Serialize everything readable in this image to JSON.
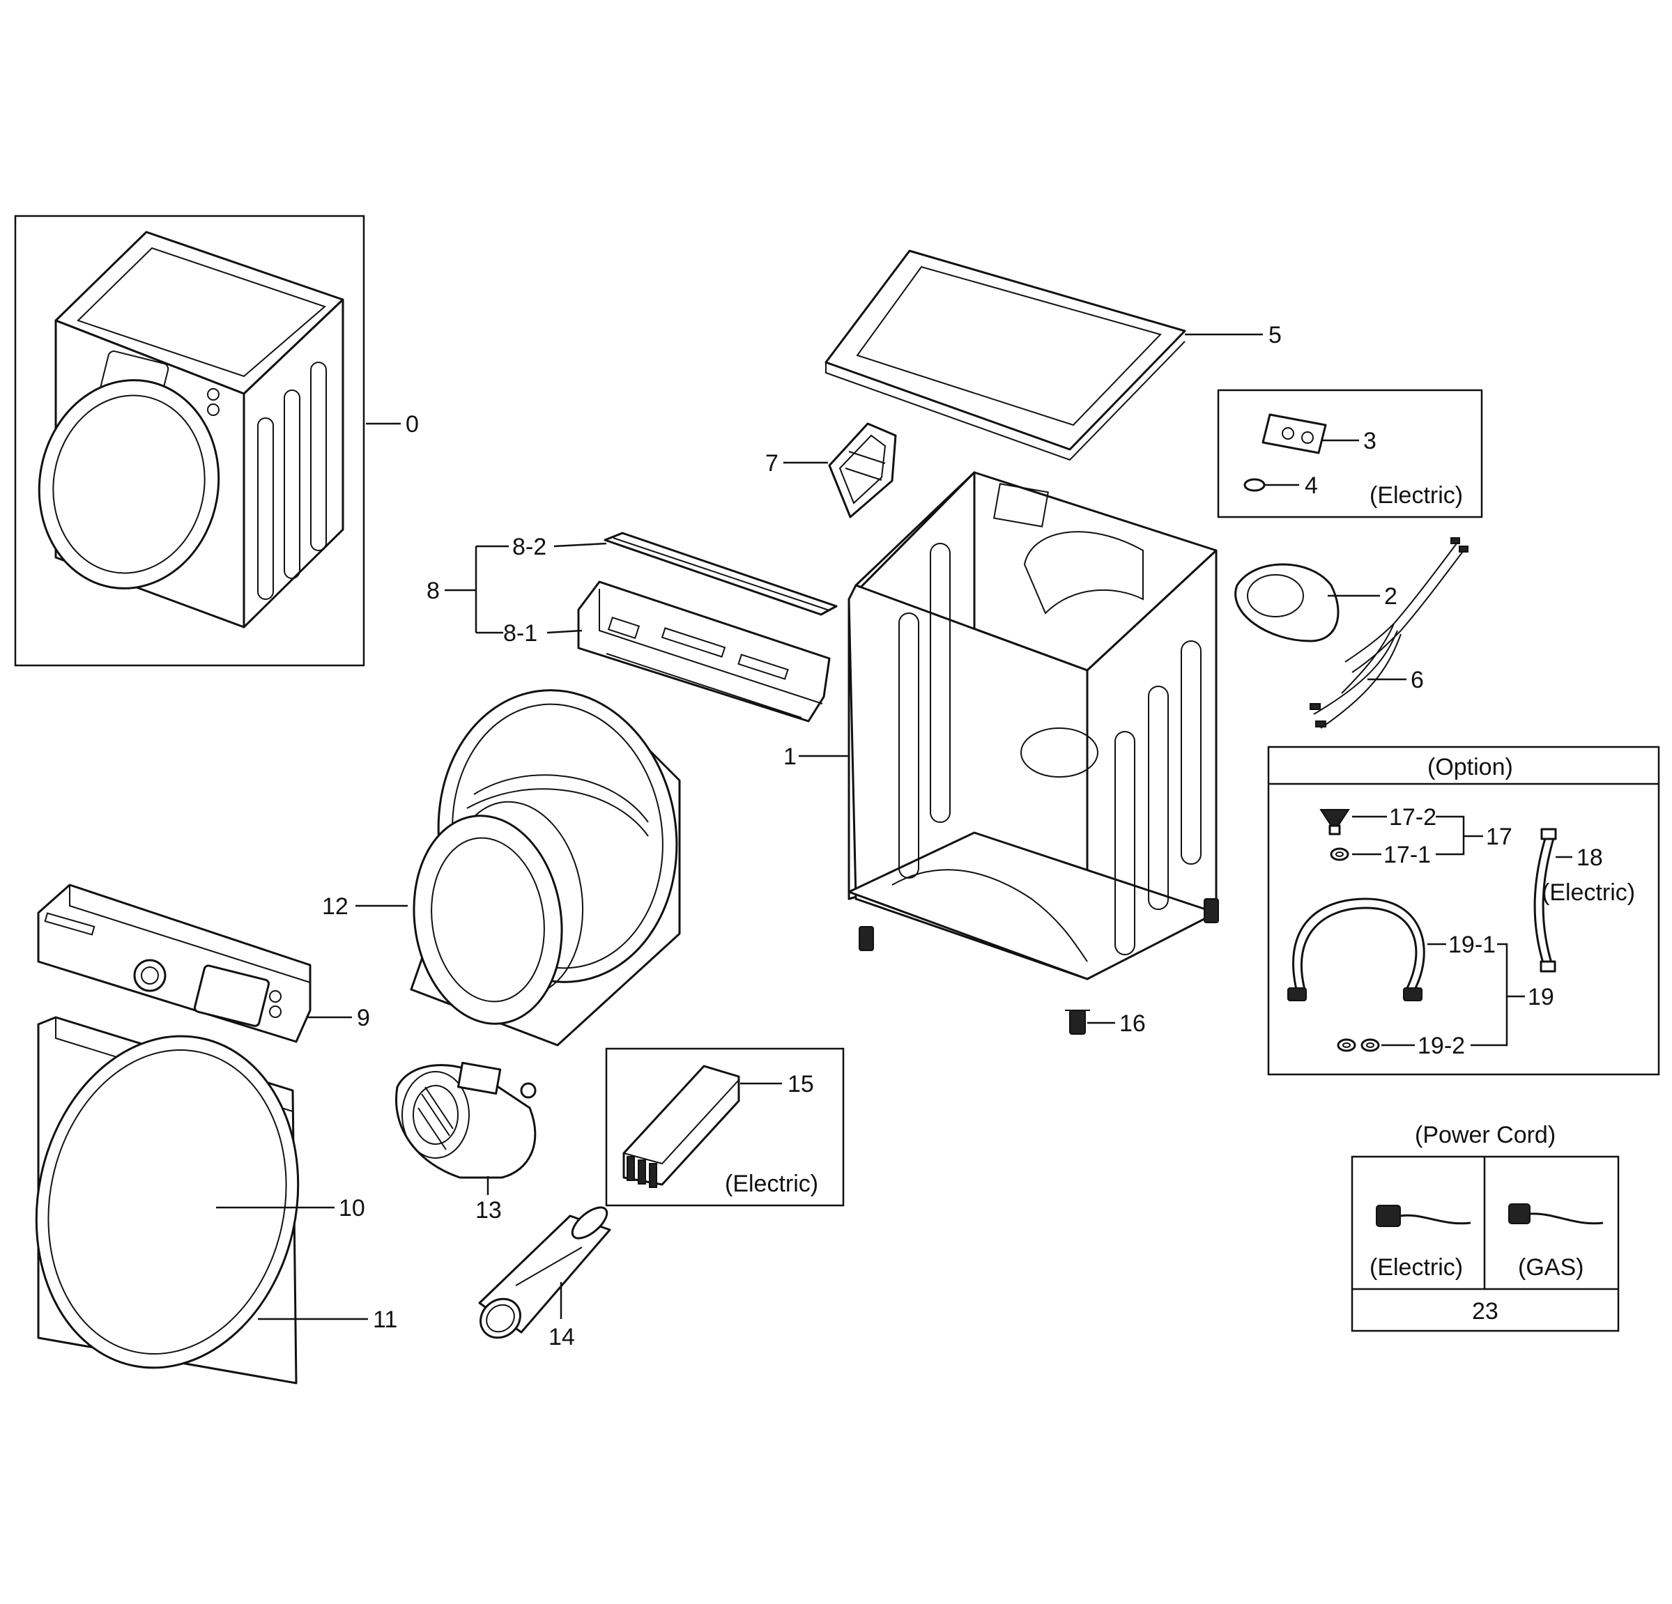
{
  "labels": {
    "p0": "0",
    "p1": "1",
    "p2": "2",
    "p3": "3",
    "p4": "4",
    "p5": "5",
    "p6": "6",
    "p7": "7",
    "p8": "8",
    "p8_1": "8-1",
    "p8_2": "8-2",
    "p9": "9",
    "p10": "10",
    "p11": "11",
    "p12": "12",
    "p13": "13",
    "p14": "14",
    "p15": "15",
    "p16": "16",
    "p17": "17",
    "p17_1": "17-1",
    "p17_2": "17-2",
    "p18": "18",
    "p19": "19",
    "p19_1": "19-1",
    "p19_2": "19-2",
    "p23": "23"
  },
  "captions": {
    "electric_heater_box": "(Electric)",
    "electric_sensor_box": "(Electric)",
    "option_title": "(Option)",
    "electric_hose": "(Electric)",
    "power_cord_title": "(Power Cord)",
    "cord_electric": "(Electric)",
    "cord_gas": "(GAS)"
  }
}
